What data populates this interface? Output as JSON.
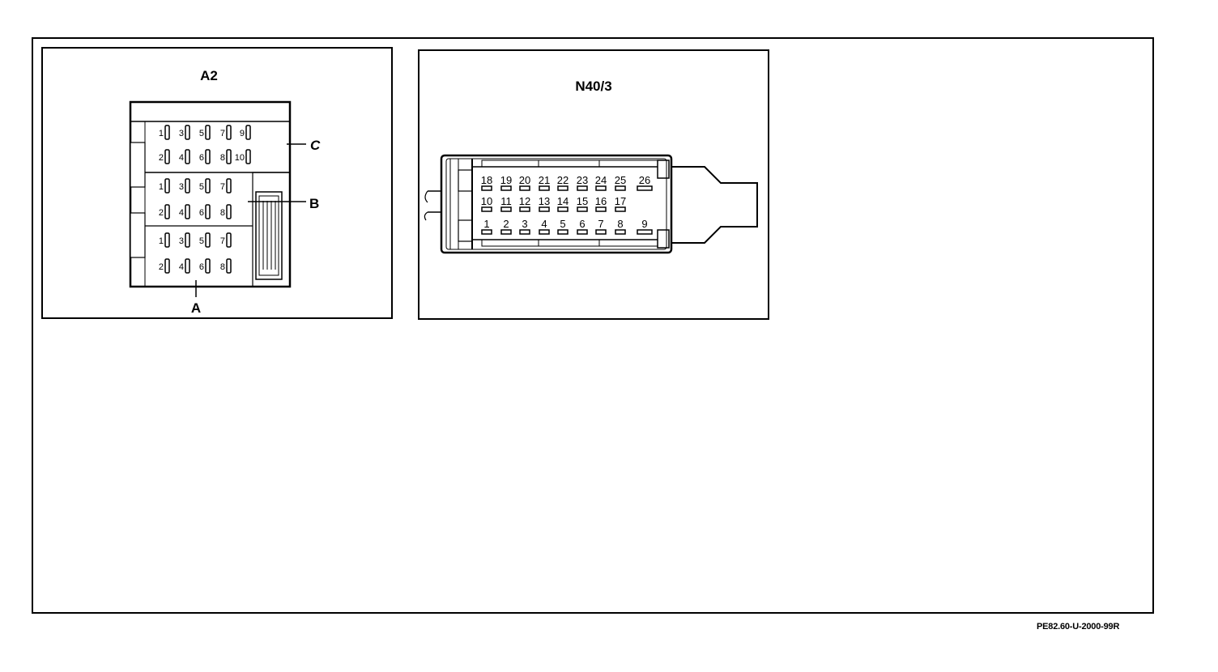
{
  "panels": {
    "a2": {
      "title": "A2",
      "rows": [
        {
          "group": "C",
          "top": [
            "1",
            "3",
            "5",
            "7",
            "9"
          ],
          "bottom": [
            "2",
            "4",
            "6",
            "8",
            "10"
          ]
        },
        {
          "group": "B",
          "top": [
            "1",
            "3",
            "5",
            "7"
          ],
          "bottom": [
            "2",
            "4",
            "6",
            "8"
          ]
        },
        {
          "group": "A",
          "top": [
            "1",
            "3",
            "5",
            "7"
          ],
          "bottom": [
            "2",
            "4",
            "6",
            "8"
          ]
        }
      ],
      "callouts": {
        "c": "C",
        "b": "B",
        "a": "A"
      }
    },
    "n40": {
      "title": "N40/3",
      "rows": [
        [
          "18",
          "19",
          "20",
          "21",
          "22",
          "23",
          "24",
          "25",
          "26"
        ],
        [
          "10",
          "11",
          "12",
          "13",
          "14",
          "15",
          "16",
          "17"
        ],
        [
          "1",
          "2",
          "3",
          "4",
          "5",
          "6",
          "7",
          "8",
          "9"
        ]
      ]
    }
  },
  "footer": {
    "code": "PE82.60-U-2000-99R"
  }
}
